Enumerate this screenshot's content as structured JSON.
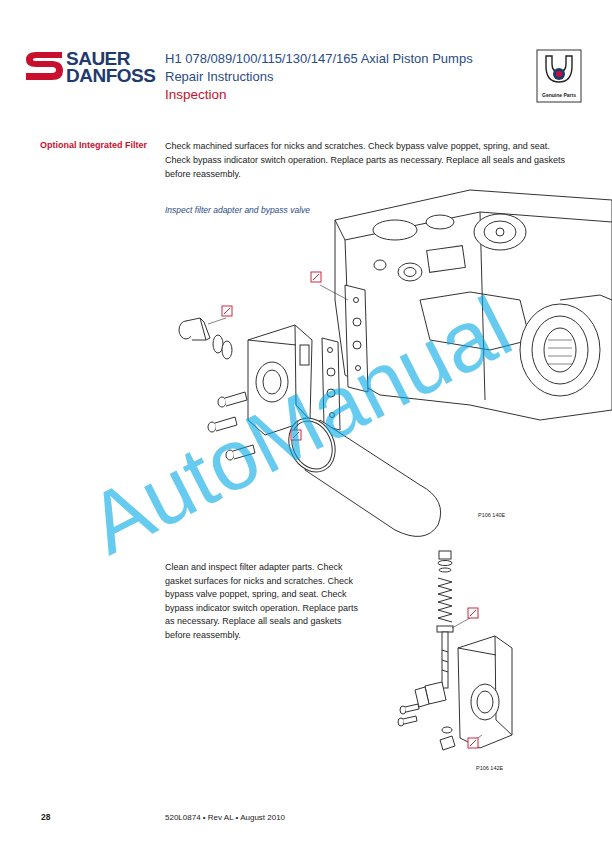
{
  "diagram": {
    "title": "H1 078/089/100/115/130/147/165 Axial Piston Pumps",
    "labels": [
      "SAUER",
      "DANFOSS",
      "Repair Instructions",
      "Inspection",
      "Genuine Parts",
      "Optional Integrated Filter",
      "Check machined surfaces for nicks and scratches. Check bypass valve poppet, spring, and seat. Check bypass indicator switch operation. Replace parts as necessary. Replace all seals and gaskets before reassembly.",
      "Inspect filter adapter and bypass valve",
      "P106 140E",
      "Clean and inspect filter adapter parts. Check gasket surfaces for nicks and scratches. Check bypass valve poppet, spring, and seat. Check bypass indicator switch operation. Replace parts as necessary. Replace all seals and gaskets before reassembly.",
      "P106 142E",
      "28",
      "520L0874 • Rev AL • August 2010",
      "AutoManual"
    ]
  }
}
